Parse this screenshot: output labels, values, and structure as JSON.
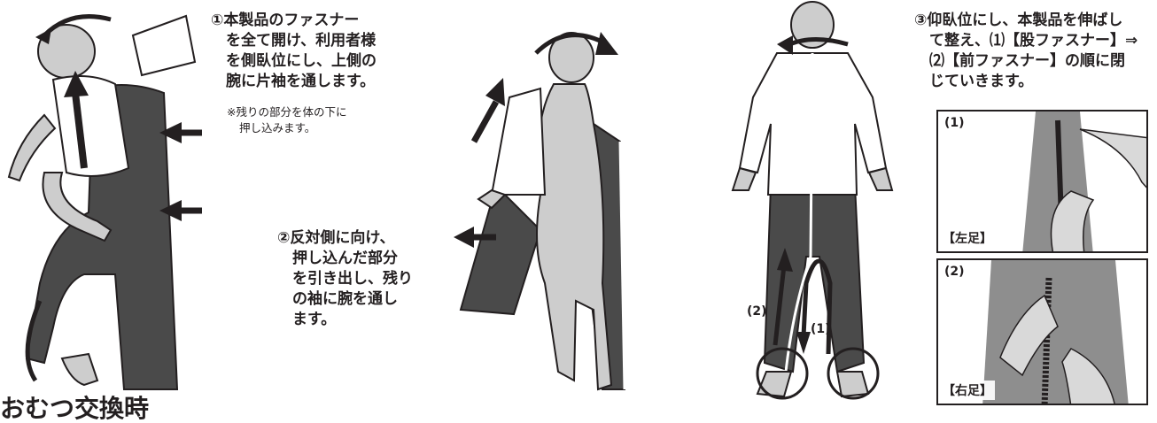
{
  "steps": {
    "step1": {
      "lines": [
        "①本製品のファスナー",
        "を全て開け、利用者様",
        "を側臥位にし、上側の",
        "腕に片袖を通します。"
      ],
      "note_lines": [
        "※残りの部分を体の下に",
        "押し込みます。"
      ]
    },
    "step2": {
      "lines": [
        "②反対側に向け、",
        "押し込んだ部分",
        "を引き出し、残り",
        "の袖に腕を通し",
        "ます。"
      ]
    },
    "step3": {
      "lines": [
        "③仰臥位にし、本製品を伸ばし",
        "て整え、⑴【股ファスナー】⇒",
        "⑵【前ファスナー】の順に閉",
        "じていきます。"
      ]
    }
  },
  "figure3": {
    "label_1": "(1)",
    "label_2": "(2)"
  },
  "photos": {
    "photo1": {
      "number": "(1)",
      "caption": "【左足】"
    },
    "photo2": {
      "number": "(2)",
      "caption": "【右足】"
    }
  },
  "section_heading": "おむつ交換時",
  "colors": {
    "ink": "#231f20",
    "garment": "#4a4a4a",
    "skin": "#cdcdcd",
    "shirt": "#ffffff",
    "photo_bg": "#8e8e8e"
  }
}
